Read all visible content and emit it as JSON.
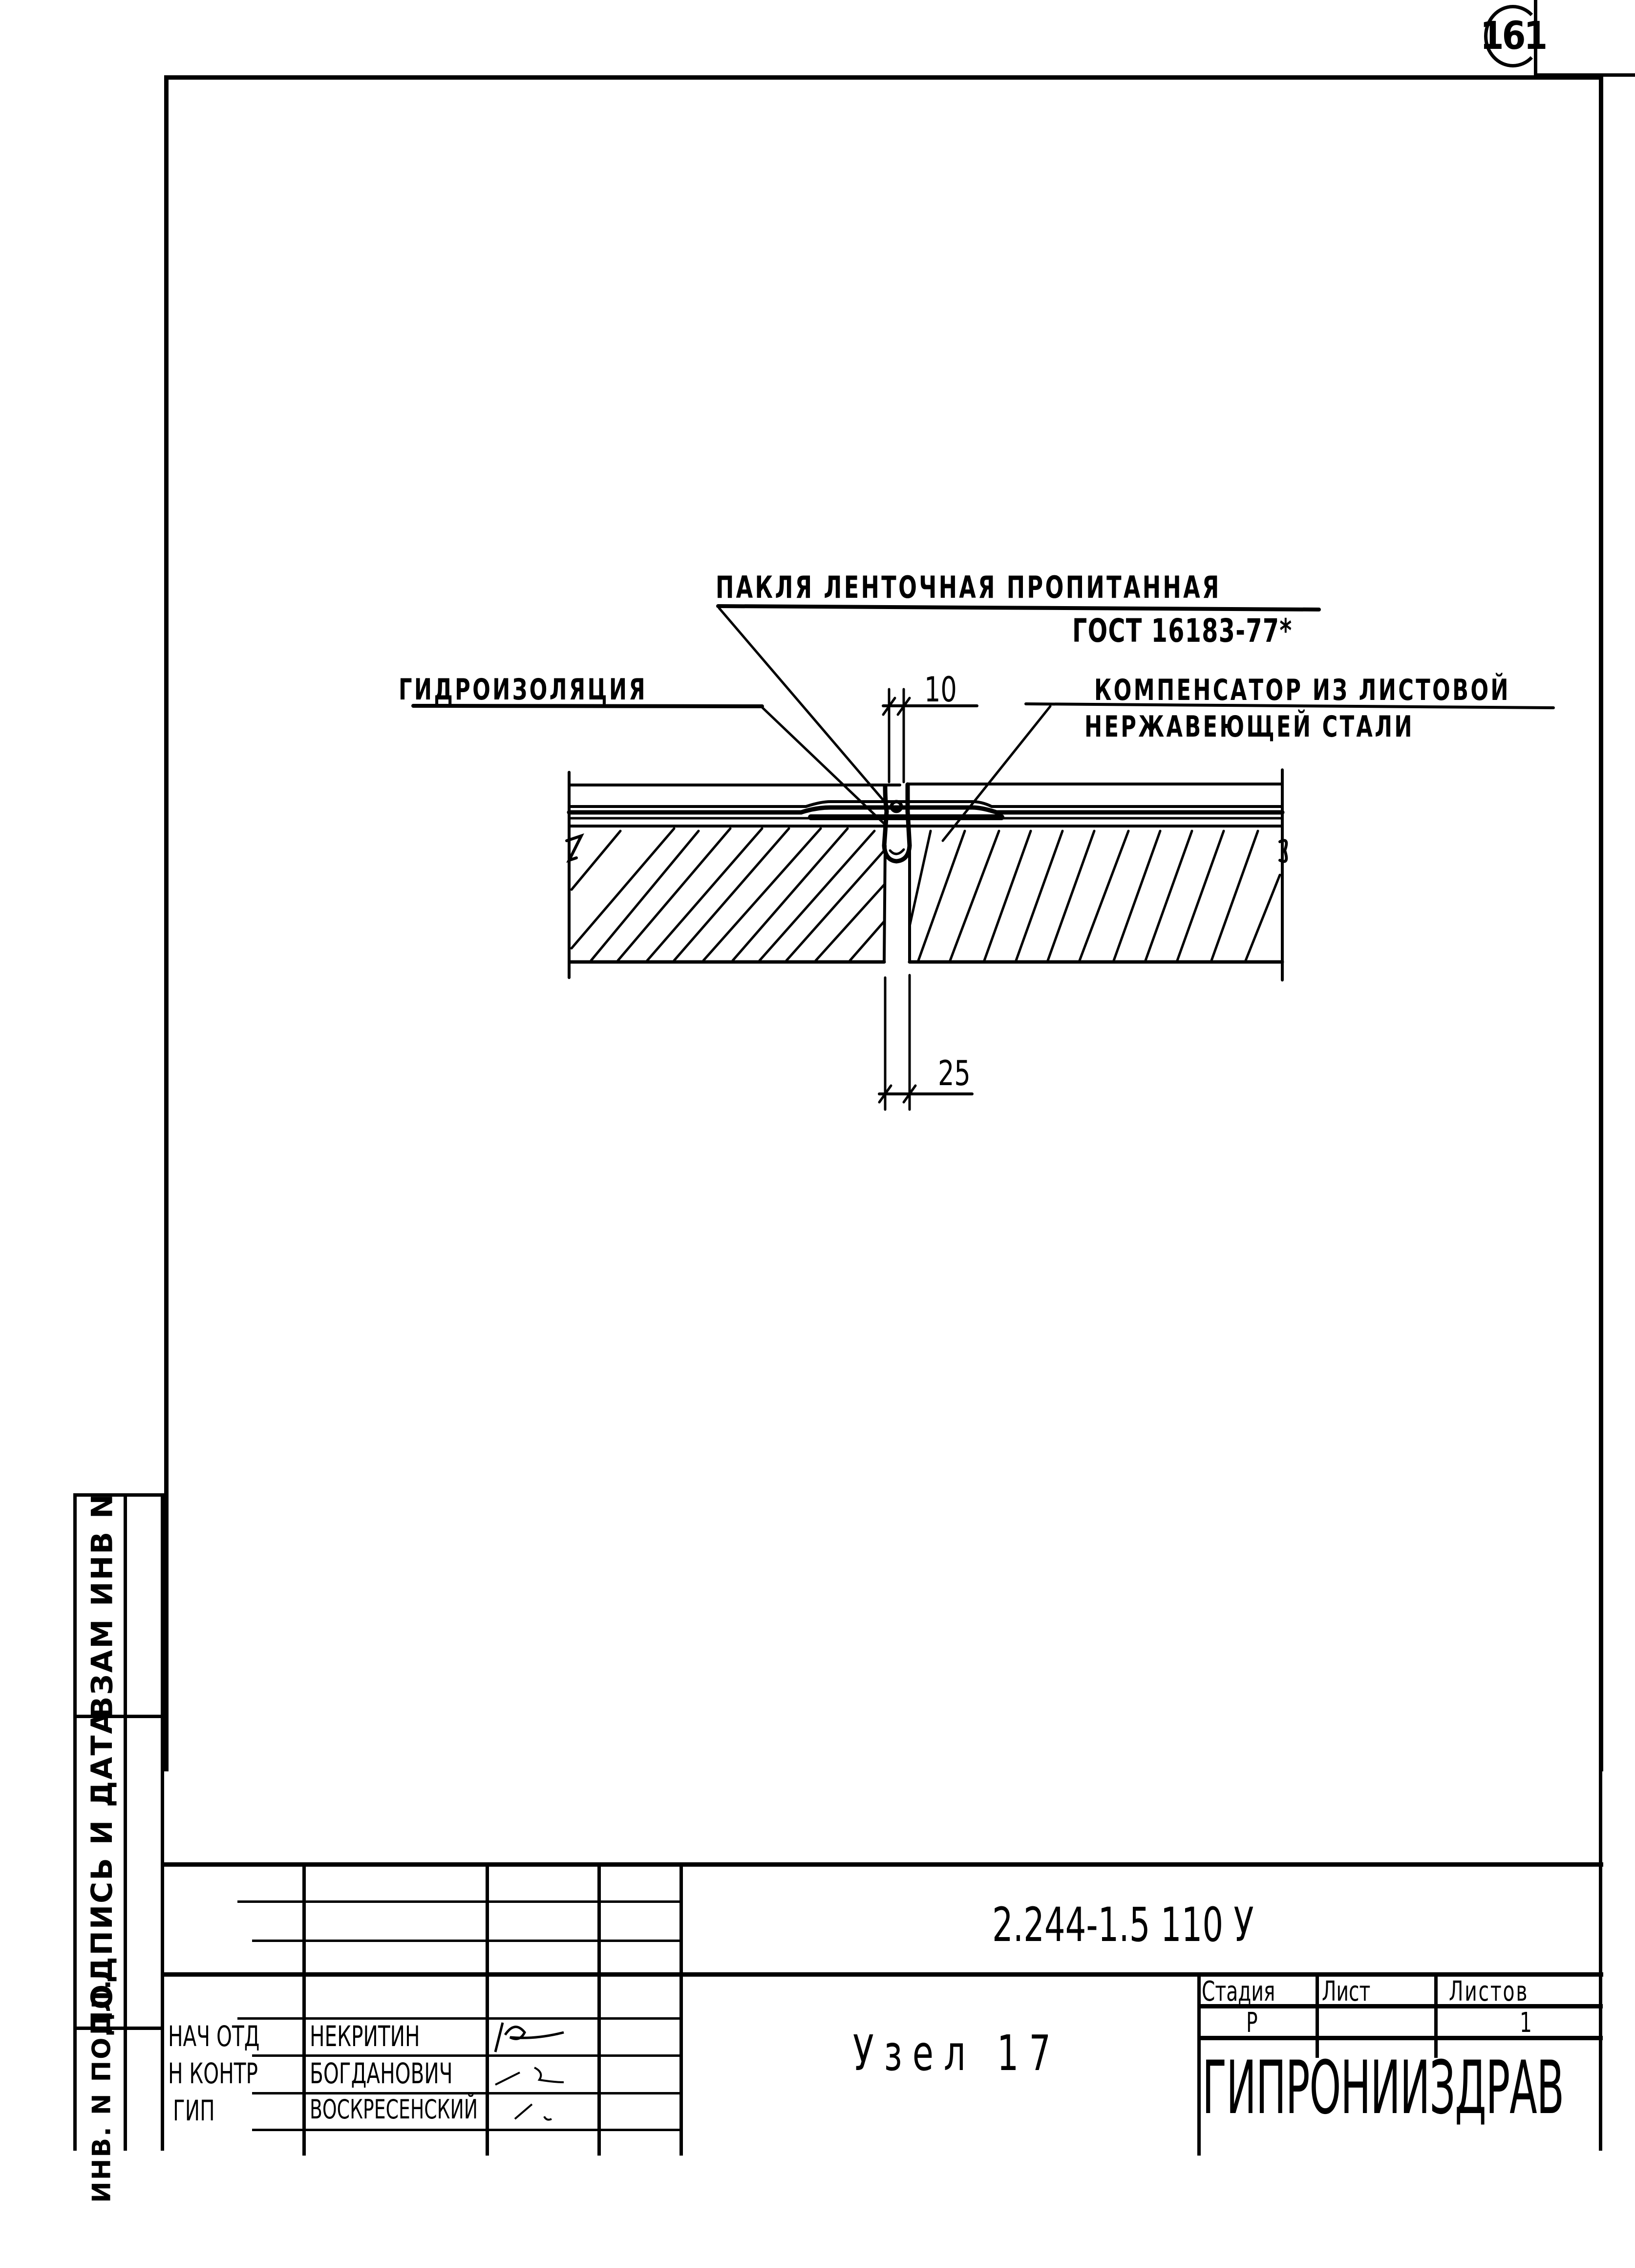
{
  "sheet_number_badge": "161",
  "drawing": {
    "title": "Узел 17",
    "callouts": {
      "pakla_line1": "ПАКЛЯ ЛЕНТОЧНАЯ ПРОПИТАННАЯ",
      "pakla_line2": "ГОСТ 16183-77*",
      "hydro": "ГИДРОИЗОЛЯЦИЯ",
      "compensator_line1": "КОМПЕНСАТОР ИЗ ЛИСТОВОЙ",
      "compensator_line2": "НЕРЖАВЕЮЩЕЙ СТАЛИ"
    },
    "dimensions": {
      "top_gap": "10",
      "bottom_gap": "25"
    }
  },
  "side_stamp": {
    "cells": [
      {
        "label": "ВЗАМ ИНВ N",
        "value": ""
      },
      {
        "label": "ПОДПИСЬ И ДАТА",
        "value": ""
      },
      {
        "label": "ИНВ. N ПОДЛ.",
        "value": ""
      }
    ]
  },
  "title_block": {
    "document_code": "2.244-1.5 110 У",
    "sheet_name": "Узел 17",
    "organization": "ГИПРОНИИЗДРАВ",
    "stage_header": "Стадия",
    "sheet_header": "Лист",
    "sheets_header": "Листов",
    "stage_value": "Р",
    "sheet_value": "",
    "sheets_value": "1",
    "signatures": [
      {
        "role": "НАЧ ОТД",
        "name": "НЕКРИТИН",
        "signed": true
      },
      {
        "role": "Н КОНТР",
        "name": "БОГДАНОВИЧ",
        "signed": true
      },
      {
        "role": "ГИП",
        "name": "ВОСКРЕСЕНСКИЙ",
        "signed": true
      }
    ]
  }
}
